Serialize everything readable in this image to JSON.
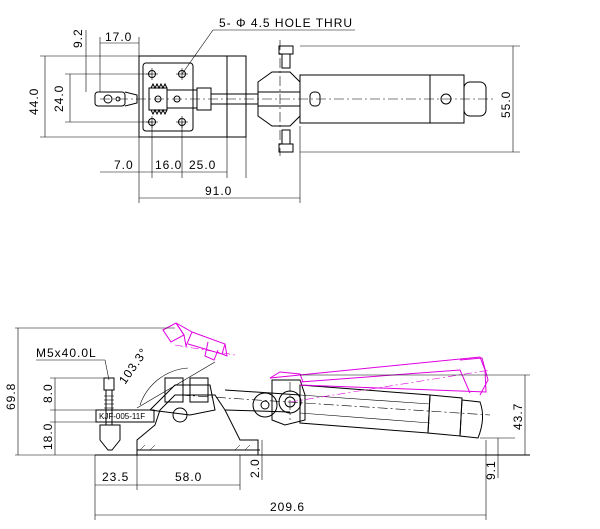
{
  "top_view": {
    "hole_note": "5- Φ 4.5 HOLE THRU",
    "dims": {
      "d9_2": "9.2",
      "d17_0": "17.0",
      "d44_0": "44.0",
      "d24_0": "24.0",
      "d55_0": "55.0",
      "d7_0": "7.0",
      "d16_0": "16.0",
      "d25_0": "25.0",
      "d91_0": "91.0"
    }
  },
  "side_view": {
    "bolt_label": "M5x40.0L",
    "model_label": "KJF-005-11F",
    "angle": "103.3°",
    "dims": {
      "d69_8": "69.8",
      "d8_0": "8.0",
      "d18_0": "18.0",
      "d43_7": "43.7",
      "d9_1": "9.1",
      "d2_0": "2.0",
      "d23_5": "23.5",
      "d58_0": "58.0",
      "d209_6": "209.6"
    }
  },
  "colors": {
    "line": "#000000",
    "open_position": "#e000e0"
  }
}
